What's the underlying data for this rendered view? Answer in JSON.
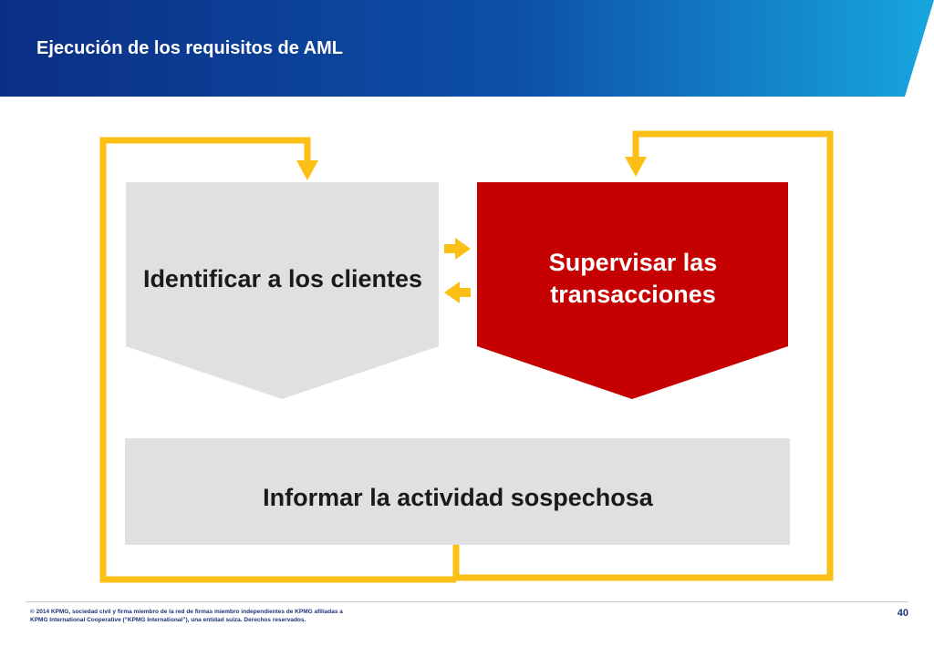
{
  "header": {
    "title": "Ejecución de los requisitos de AML"
  },
  "diagram": {
    "box_identify": "Identificar a los clientes",
    "box_supervise_line1": "Supervisar las",
    "box_supervise_line2": "transacciones",
    "box_report": "Informar la actividad sospechosa"
  },
  "footer": {
    "copyright_line1": "© 2014 KPMG, sociedad civil y firma miembro de la red de firmas miembro independientes de KPMG afiliadas a",
    "copyright_line2": "KPMG International Cooperative (“KPMG International”), una entidad suiza. Derechos reservados.",
    "page_number": "40"
  },
  "colors": {
    "header_dark": "#0a3a8c",
    "header_light": "#16a0dc",
    "arrow": "#fbbf15",
    "box_gray": "#e0e0e0",
    "box_red": "#c40000",
    "text_dark": "#1a1a1a"
  }
}
